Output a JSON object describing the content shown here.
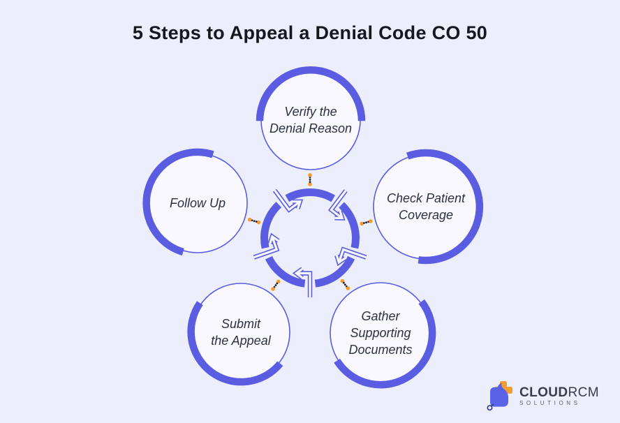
{
  "title": "5 Steps to Appeal a Denial Code CO 50",
  "steps": [
    {
      "id": "verify-denial-reason",
      "label": "Verify the\nDenial Reason"
    },
    {
      "id": "check-patient-coverage",
      "label": "Check Patient\nCoverage"
    },
    {
      "id": "gather-supporting-documents",
      "label": "Gather\nSupporting\nDocuments"
    },
    {
      "id": "submit-the-appeal",
      "label": "Submit\nthe Appeal"
    },
    {
      "id": "follow-up",
      "label": "Follow Up"
    }
  ],
  "logo": {
    "brand_bold": "CLOUD",
    "brand_light": "RCM",
    "subtitle": "SOLUTIONS"
  },
  "colors": {
    "accent": "#5a5ce2",
    "orange": "#f49d2f",
    "background": "#edeefb",
    "circle_fill": "#f8f8fe",
    "arrow_core": "#f7f7fe",
    "dot_black": "#1f2026",
    "title_text": "#15181f",
    "label_text": "#2c3140"
  }
}
